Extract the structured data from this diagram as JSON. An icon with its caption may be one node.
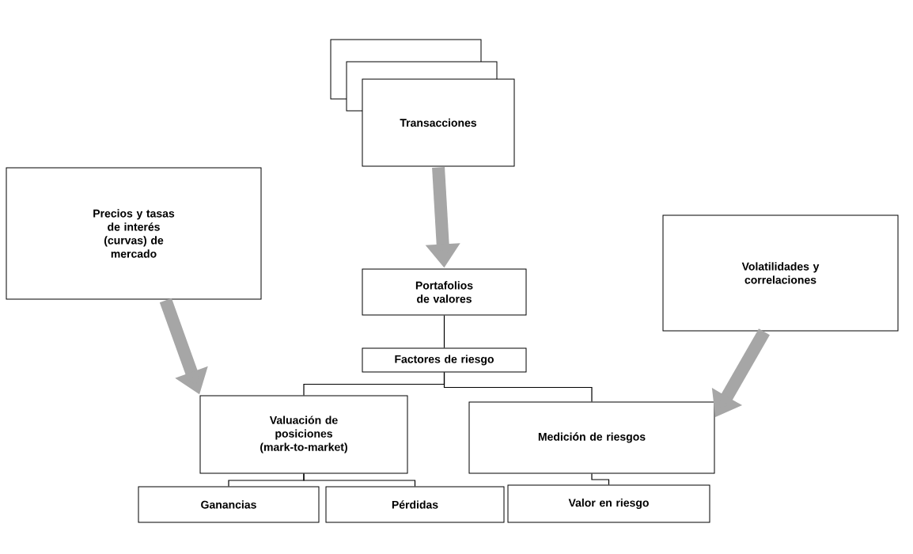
{
  "diagram": {
    "nodes": [
      {
        "text": [],
        "shape": "box"
      },
      {
        "text": [],
        "shape": "box"
      },
      {
        "text": [
          "Transacciones"
        ]
      },
      {
        "text": [
          "Precios y tasas de interés (curvas) de mercado"
        ]
      },
      {
        "text": [
          "Portafolios de valores"
        ]
      },
      {
        "text": [
          "Volatilidades y correlaciones"
        ]
      },
      {
        "text": [
          "Factores de riesgo"
        ]
      },
      {
        "text": [
          "Valuación de posiciones (mark-to-market)"
        ]
      },
      {
        "text": [
          "Medición de riesgos"
        ]
      },
      {
        "text": [
          "Ganancias"
        ]
      },
      {
        "text": [
          "Pérdidas"
        ]
      },
      {
        "text": [
          "Valor en riesgo"
        ]
      }
    ],
    "edges": [
      {
        "from": 2,
        "to": 4,
        "arrow": "to",
        "style": "thick",
        "color": "#a6a6a6"
      },
      {
        "from": 3,
        "to": 7,
        "arrow": "to",
        "style": "thick",
        "color": "#a6a6a6"
      },
      {
        "from": 5,
        "to": 8,
        "arrow": "to",
        "style": "thick",
        "color": "#a6a6a6"
      },
      {
        "from": 4,
        "to": 6,
        "arrow": "none"
      },
      {
        "from": 6,
        "to": 7,
        "arrow": "none"
      },
      {
        "from": 6,
        "to": 8,
        "arrow": "none"
      },
      {
        "from": 7,
        "to": 9,
        "arrow": "none"
      },
      {
        "from": 7,
        "to": 10,
        "arrow": "none"
      },
      {
        "from": 8,
        "to": 11,
        "arrow": "none"
      }
    ]
  }
}
